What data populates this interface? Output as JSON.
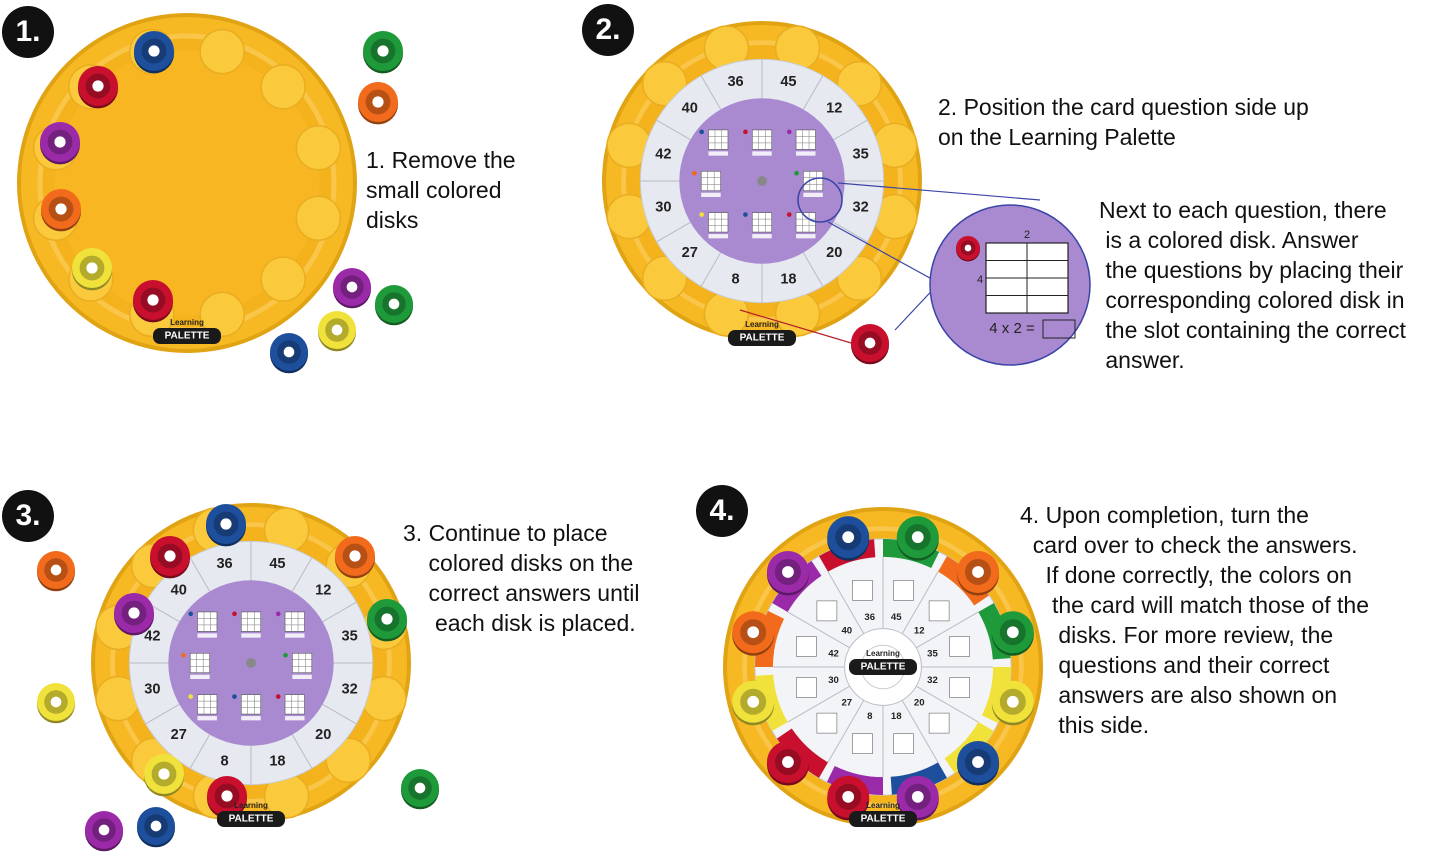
{
  "steps": [
    {
      "badge": "1.",
      "text": "1. Remove the\nsmall colored\ndisks"
    },
    {
      "badge": "2.",
      "text": "2. Position the card question side up\non the Learning Palette"
    },
    {
      "badge": "3.",
      "text": "3. Continue to place\n    colored disks on the\n    correct answers until\n     each disk is placed."
    },
    {
      "badge": "4.",
      "text": "4. Upon completion, turn the\n  card over to check the answers.\n    If done correctly, the colors on\n     the card will match those of the\n      disks. For more review, the\n      questions and their correct\n      answers are also shown on\n      this side."
    }
  ],
  "callout": {
    "text": "Next to each question, there\n is a colored disk. Answer\n the questions by placing their\n corresponding colored disk in\n the slot containing the correct\n answer.",
    "zoom_top": "2",
    "zoom_side": "4",
    "zoom_equation": "4 x 2 ="
  },
  "answer_numbers": [
    "36",
    "45",
    "12",
    "35",
    "32",
    "20",
    "18",
    "8",
    "27",
    "30",
    "42",
    "40"
  ],
  "logo": {
    "line1": "Learning",
    "line2": "PALETTE"
  },
  "colors": {
    "palette_yellow": "#f6b823",
    "palette_inner": "#f4b21c",
    "card_gray": "#e6e9ef",
    "card_purple": "#a98ad0",
    "badge": "#111111",
    "disk_red": "#c8102e",
    "disk_blue": "#1d4f9c",
    "disk_green": "#1f9a3a",
    "disk_orange": "#f26a1b",
    "disk_purple": "#9b2aa8",
    "disk_yellow": "#f0e23a",
    "callout_purple": "#a98ad0",
    "line_blue": "#3b45a8"
  }
}
